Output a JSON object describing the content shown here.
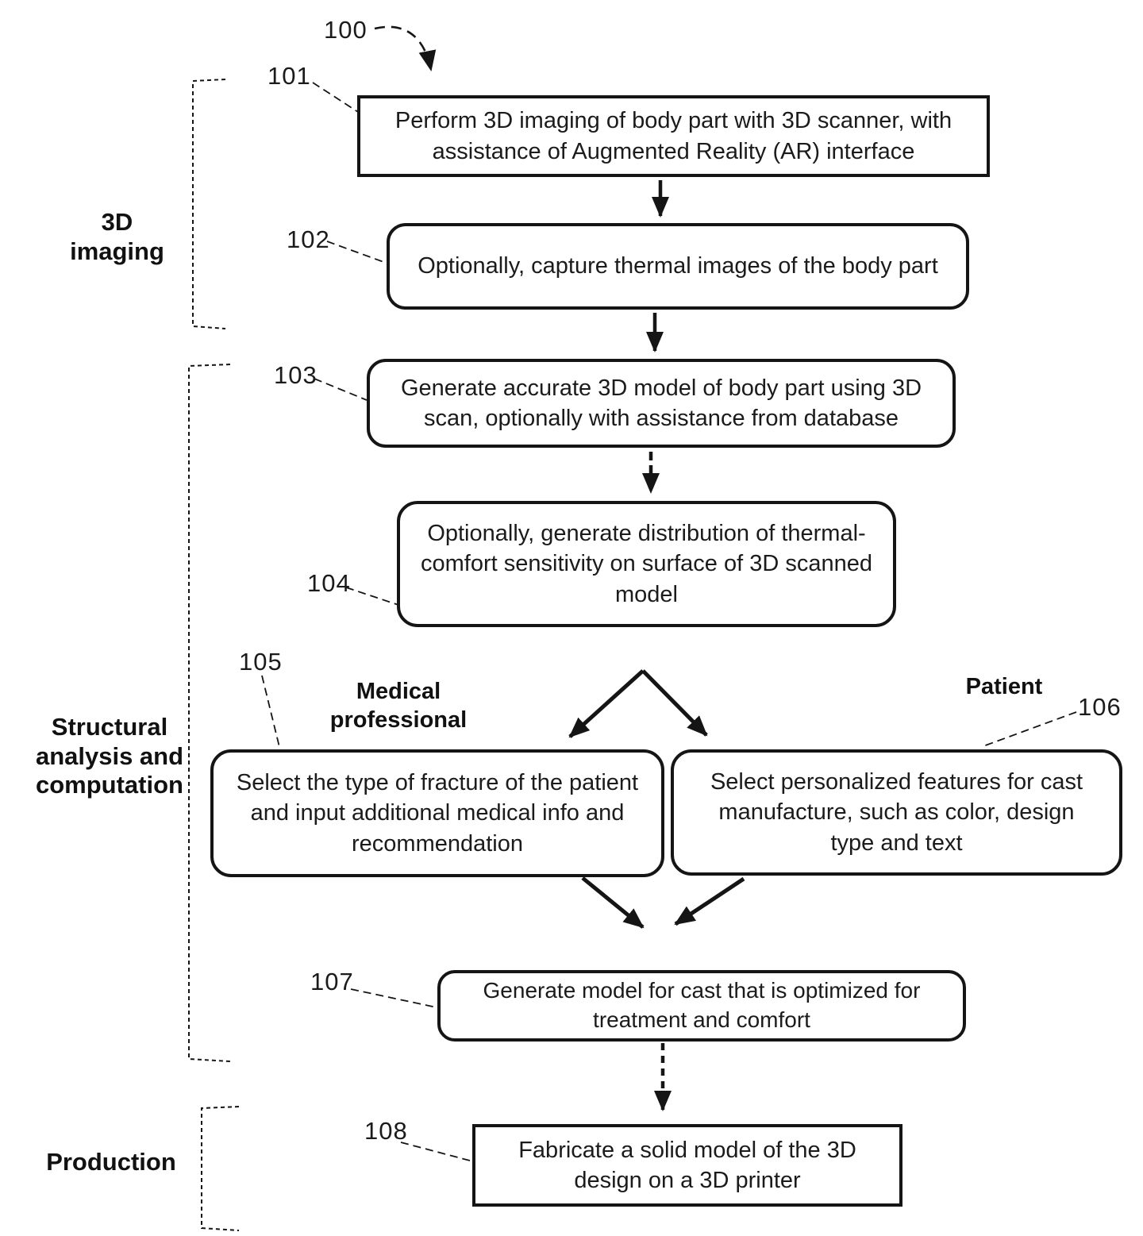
{
  "figure": {
    "root_ref": "100",
    "colors": {
      "ink": "#151515",
      "background": "#ffffff"
    },
    "section_labels": [
      "3D imaging",
      "Structural analysis and computation",
      "Production"
    ],
    "actor_labels": {
      "medical": "Medical professional",
      "patient": "Patient"
    },
    "steps": [
      {
        "ref": "101",
        "shape": "rect",
        "text": "Perform 3D imaging of body part with 3D scanner, with assistance of Augmented Reality (AR) interface"
      },
      {
        "ref": "102",
        "shape": "rounded",
        "text": "Optionally, capture thermal images of the body part"
      },
      {
        "ref": "103",
        "shape": "rounded",
        "text": "Generate accurate 3D model of body part using 3D scan, optionally with assistance from database"
      },
      {
        "ref": "104",
        "shape": "rounded",
        "text": "Optionally, generate distribution of thermal-comfort sensitivity on surface of 3D scanned model"
      },
      {
        "ref": "105",
        "shape": "rounded",
        "text": "Select the type of fracture of the patient and input additional medical info and recommendation"
      },
      {
        "ref": "106",
        "shape": "rounded",
        "text": "Select personalized features for cast manufacture, such as color, design type and text"
      },
      {
        "ref": "107",
        "shape": "rounded",
        "text": "Generate model for cast that is optimized for treatment and comfort"
      },
      {
        "ref": "108",
        "shape": "rect",
        "text": "Fabricate a solid model of the 3D design on a 3D printer"
      }
    ]
  }
}
